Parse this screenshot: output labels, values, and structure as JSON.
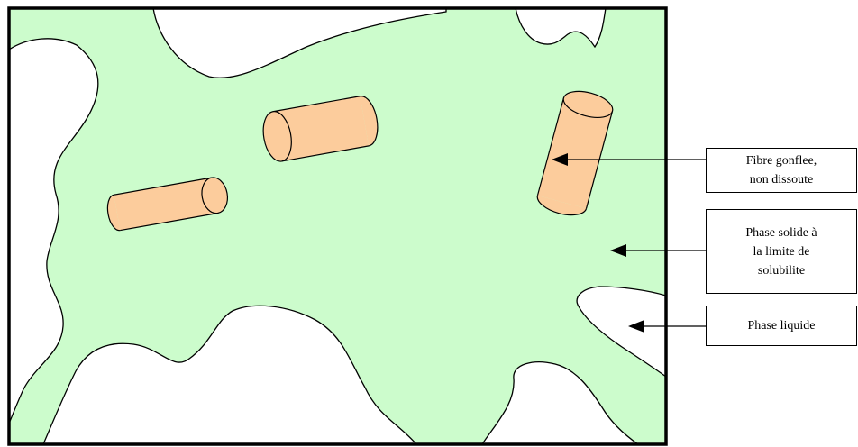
{
  "colors": {
    "solid_phase": "#ccfccc",
    "liquid_phase": "#ffffff",
    "fibre_fill": "#fccc9c",
    "outline": "#000000"
  },
  "labels": {
    "fibre": "Fibre gonflee,\nnon dissoute",
    "solide": "Phase solide à\nla limite de\nsolubilite",
    "liquide": "Phase liquide"
  }
}
